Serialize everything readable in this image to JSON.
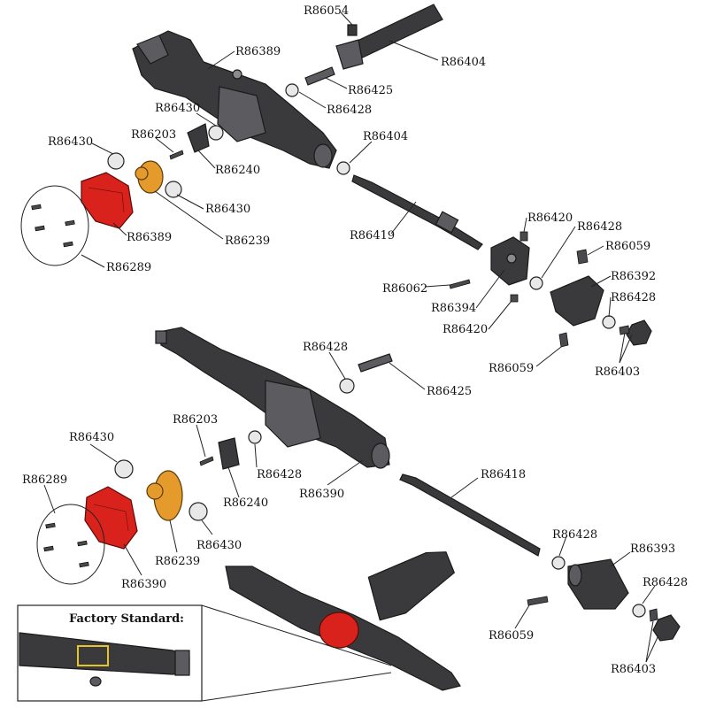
{
  "colors": {
    "housing": "#3a3a3c",
    "cover_red": "#d9221c",
    "gear_orange": "#e59a2c",
    "inset_highlight": "#e5c42c"
  },
  "labels": {
    "r86054": "R86054",
    "r86389_top": "R86389",
    "r86404_top": "R86404",
    "r86425_top": "R86425",
    "r86428_top": "R86428",
    "r86430_mid": "R86430",
    "r86203_top": "R86203",
    "r86430_left": "R86430",
    "r86240_top": "R86240",
    "r86404_mid": "R86404",
    "r86430_gear": "R86430",
    "r86389_cover": "R86389",
    "r86239_top": "R86239",
    "r86289_top": "R86289",
    "r86419": "R86419",
    "r86420_top": "R86420",
    "r86428_knuckle": "R86428",
    "r86059_top": "R86059",
    "r86392": "R86392",
    "r86062": "R86062",
    "r86428_knuckle2": "R86428",
    "r86394": "R86394",
    "r86420_bot": "R86420",
    "r86403_top": "R86403",
    "r86059_mid": "R86059",
    "r86428_rear": "R86428",
    "r86425_rear": "R86425",
    "r86203_rear": "R86203",
    "r86430_rear": "R86430",
    "r86289_rear": "R86289",
    "r86428_rear2": "R86428",
    "r86240_rear": "R86240",
    "r86390_housing": "R86390",
    "r86418": "R86418",
    "r86430_rear2": "R86430",
    "r86239_rear": "R86239",
    "r86390_cover": "R86390",
    "r86428_right": "R86428",
    "r86393": "R86393",
    "r86428_right2": "R86428",
    "r86059_bot": "R86059",
    "r86403_bot": "R86403"
  },
  "inset": {
    "title": "Factory Standard:"
  }
}
